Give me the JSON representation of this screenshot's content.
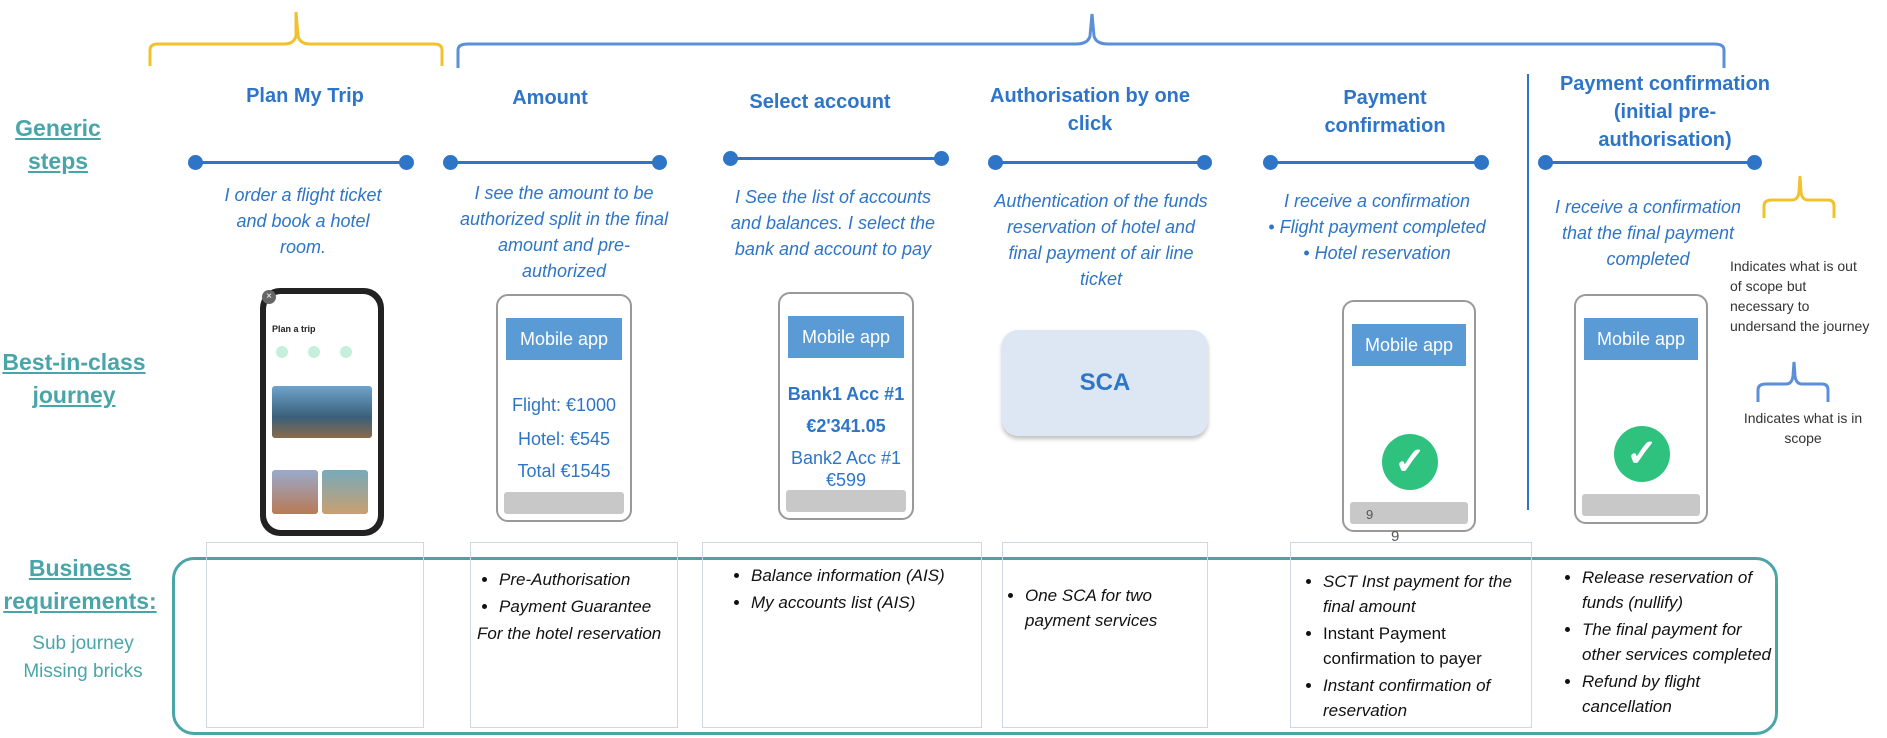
{
  "side": {
    "generic_steps": "Generic steps",
    "best_journey": "Best-in-class journey",
    "business_req": "Business requirements:",
    "sub_journey": "Sub journey",
    "missing_bricks": "Missing bricks"
  },
  "steps": [
    {
      "title": "Plan My Trip",
      "desc": "I order a flight ticket and book a hotel room."
    },
    {
      "title": "Amount",
      "desc": "I see the amount to be authorized split in the final amount and pre-authorized"
    },
    {
      "title": "Select account",
      "desc": "I See the list of accounts and balances. I select the bank and account to pay"
    },
    {
      "title": "Authorisation by one click",
      "desc": "Authentication of the funds reservation of hotel and final payment of air line ticket"
    },
    {
      "title": "Payment confirmation",
      "desc": "I receive a confirmation",
      "bullets": [
        "Flight payment completed",
        "Hotel reservation"
      ]
    },
    {
      "title": "Payment confirmation (initial pre-authorisation)",
      "desc": "I receive a confirmation that the final payment completed"
    }
  ],
  "phones": {
    "plan_header": "Plan a trip",
    "mobile_app": "Mobile app",
    "amount_lines": [
      "Flight: €1000",
      "Hotel: €545",
      "Total €1545"
    ],
    "accounts_lines": [
      "Bank1 Acc #1",
      "€2'341.05",
      "Bank2 Acc #1",
      "€599"
    ],
    "sca": "SCA",
    "confirm_num": "9"
  },
  "requirements": [
    {
      "items": []
    },
    {
      "items": [
        "Pre-Authorisation",
        "Payment Guarantee"
      ],
      "note": "For the hotel reservation"
    },
    {
      "items": [
        "Balance information (AIS)",
        "My accounts list (AIS)"
      ]
    },
    {
      "items": [
        "One SCA for two payment services"
      ]
    },
    {
      "items": [
        "SCT Inst payment for the final amount",
        "Instant Payment confirmation to payer",
        "Instant confirmation of reservation"
      ]
    },
    {
      "items": [
        "Release reservation of funds (nullify)",
        "The final payment for other services completed",
        "Refund by flight cancellation"
      ]
    }
  ],
  "legend": {
    "out_scope": "Indicates what is out of scope but necessary to undersand the journey",
    "in_scope": "Indicates what is in scope"
  },
  "colors": {
    "accent_blue": "#2e75c8",
    "out_scope_yellow": "#f2c12e",
    "teal": "#4aa5a9",
    "check_green": "#2ec27e"
  }
}
